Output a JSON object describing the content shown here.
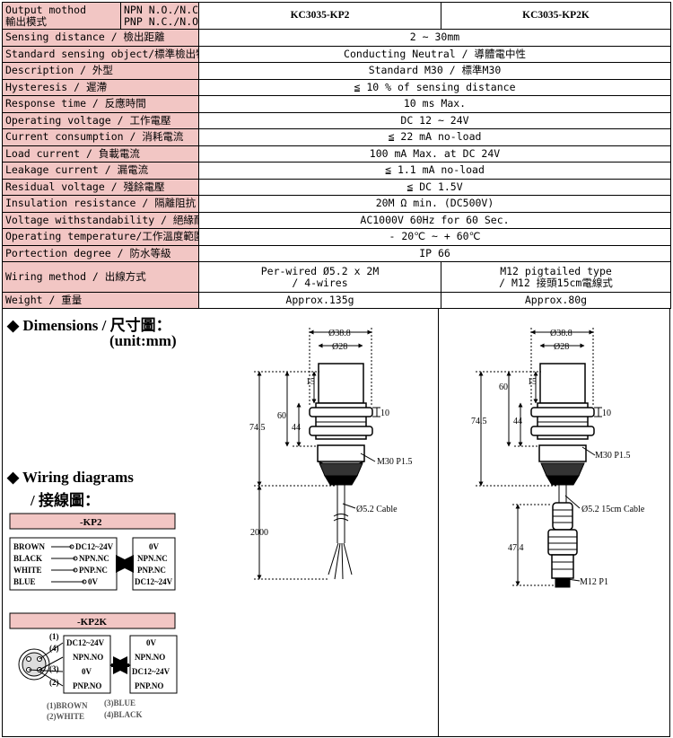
{
  "header": {
    "output_label_en": "Output mothod",
    "output_label_zh": "輸出模式",
    "npn_label": "NPN N.O./N.C.",
    "pnp_label": "PNP N.C./N.O.",
    "model_a": "KC3035-KP2",
    "model_b": "KC3035-KP2K"
  },
  "rows": [
    {
      "label": "Sensing distance / 檢出距離",
      "value": "2 ~ 30mm"
    },
    {
      "label": "Standard sensing object/標準檢出物",
      "value": "Conducting Neutral / 導體電中性"
    },
    {
      "label": "Description / 外型",
      "value": "Standard M30 / 標準M30"
    },
    {
      "label": "Hysteresis / 遲滯",
      "value": "≦ 10 % of sensing distance"
    },
    {
      "label": "Response time / 反應時間",
      "value": "10 ms Max."
    },
    {
      "label": "Operating voltage / 工作電壓",
      "value": "DC 12 ~ 24V"
    },
    {
      "label": "Current consumption / 消耗電流",
      "value": "≦ 22 mA no-load"
    },
    {
      "label": "Load current / 負載電流",
      "value": "100 mA Max. at DC 24V"
    },
    {
      "label": "Leakage current / 漏電流",
      "value": "≦ 1.1 mA no-load"
    },
    {
      "label": "Residual voltage / 殘餘電壓",
      "value": "≦ DC 1.5V"
    },
    {
      "label": "Insulation resistance / 隔離阻抗",
      "value": "20M Ω min.  (DC500V)"
    },
    {
      "label": "Voltage withstandability / 絕緣耐壓",
      "value": "AC1000V 60Hz for 60 Sec."
    },
    {
      "label": "Operating temperature/工作溫度範圍",
      "value": "- 20℃ ~  + 60℃"
    },
    {
      "label": "Portection degree / 防水等級",
      "value": "IP 66"
    }
  ],
  "wiring_row": {
    "label": "Wiring method / 出線方式",
    "a_line1": "Per-wired  Ø5.2 x 2M",
    "a_line2": "/ 4-wires",
    "b_line1": "M12 pigtailed type",
    "b_line2": "/ M12 接頭15cm電線式"
  },
  "weight_row": {
    "label": "Weight / 重量",
    "a": "Approx.135g",
    "b": "Approx.80g"
  },
  "dimensions": {
    "title": "◆ Dimensions / 尺寸圖：",
    "unit": "(unit:mm)",
    "d_outer": "Ø38.8",
    "d_inner": "Ø28",
    "dim_15": "15",
    "dim_60": "60",
    "dim_44": "44",
    "dim_10": "10",
    "dim_745": "74.5",
    "thread": "M30 P1.5",
    "cable_a": "Ø5.2 Cable",
    "cable_b": "Ø5.2 15cm Cable",
    "len_a": "2000",
    "len_b": "47.4",
    "connector": "M12 P1"
  },
  "wiring": {
    "title": "◆ Wiring diagrams",
    "subtitle": "/ 接線圖：",
    "kp2_tag": "-KP2",
    "kp2k_tag": "-KP2K",
    "wires": [
      "BROWN",
      "BLACK",
      "WHITE",
      "BLUE"
    ],
    "sensor_side": [
      "DC12~24V",
      "NPN.NC",
      "PNP.NC",
      "0V"
    ],
    "load_side": [
      "0V",
      "NPN.NC",
      "PNP.NC",
      "DC12~24V"
    ],
    "kp2k_sensor": [
      "DC12~24V",
      "NPN.NO",
      "0V",
      "PNP.NO"
    ],
    "kp2k_load": [
      "0V",
      "NPN.NO",
      "DC12~24V",
      "PNP.NO"
    ],
    "pins": [
      "(1)",
      "(4)",
      "(3)",
      "(2)"
    ],
    "legend": [
      "(1)BROWN",
      "(3)BLUE",
      "(2)WHITE",
      "(4)BLACK"
    ]
  },
  "colors": {
    "label_bg": "#f2c6c4",
    "tag_bg": "#f2c6c4",
    "accent": "#e8a9a6"
  }
}
